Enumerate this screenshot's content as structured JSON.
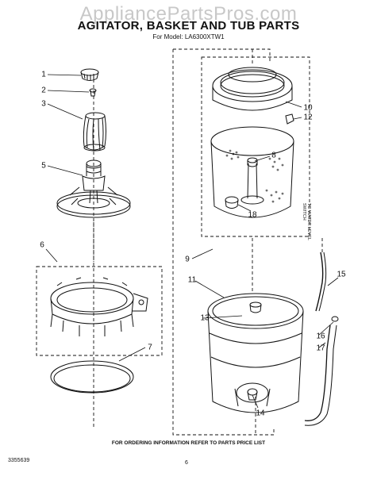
{
  "watermark": "AppliancePartsPros.com",
  "title": "AGITATOR, BASKET AND TUB PARTS",
  "subtitle": "For Model: LA6300XTW1",
  "footer_note": "FOR ORDERING INFORMATION REFER TO PARTS PRICE LIST",
  "doc_number": "3355639",
  "page_number": "6",
  "side_label_line1": "TO WATER LEVEL",
  "side_label_line2": "SWITCH",
  "callouts": {
    "c1": "1",
    "c2": "2",
    "c3": "3",
    "c5": "5",
    "c6": "6",
    "c7": "7",
    "c8": "8",
    "c9": "9",
    "c10": "10",
    "c11": "11",
    "c12": "12",
    "c13": "13",
    "c14": "14",
    "c15": "15",
    "c16": "16",
    "c17": "17",
    "c18": "18"
  },
  "colors": {
    "ink": "#111111",
    "watermark": "#c8c8c8",
    "background": "#ffffff"
  }
}
